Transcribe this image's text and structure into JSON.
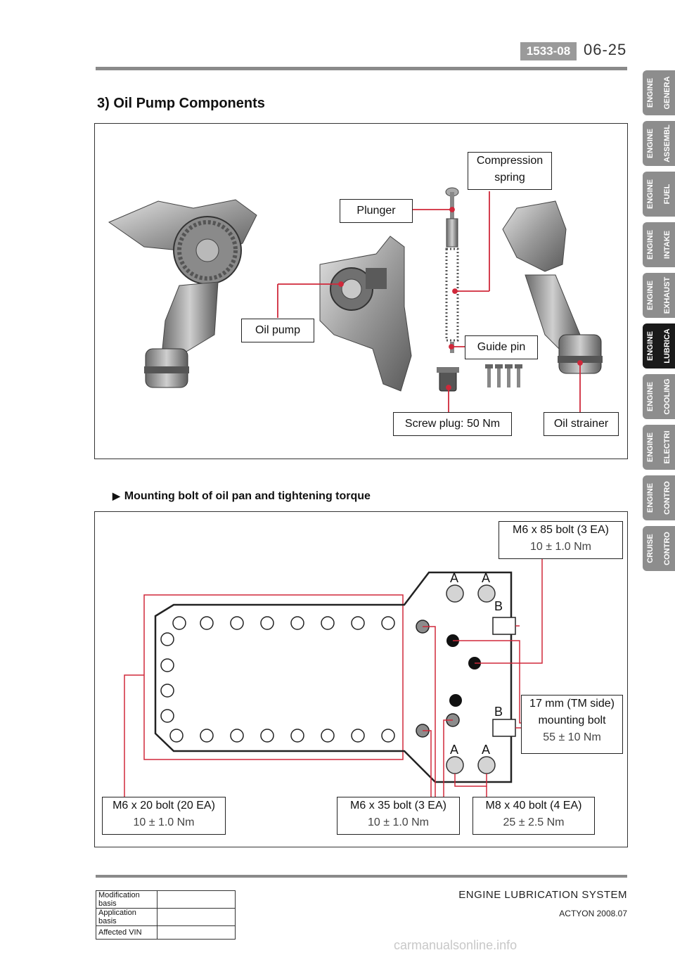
{
  "header": {
    "code": "1533-08",
    "page": "06-25"
  },
  "section_title": "3) Oil Pump Components",
  "side_tabs": [
    {
      "line1": "ENGINE",
      "line2": "GENERA",
      "active": false
    },
    {
      "line1": "ENGINE",
      "line2": "ASSEMBL",
      "active": false
    },
    {
      "line1": "ENGINE",
      "line2": "FUEL",
      "active": false
    },
    {
      "line1": "ENGINE",
      "line2": "INTAKE",
      "active": false
    },
    {
      "line1": "ENGINE",
      "line2": "EXHAUST",
      "active": false
    },
    {
      "line1": "ENGINE",
      "line2": "LUBRICA",
      "active": true
    },
    {
      "line1": "ENGINE",
      "line2": "COOLING",
      "active": false
    },
    {
      "line1": "ENGINE",
      "line2": "ELECTRI",
      "active": false
    },
    {
      "line1": "ENGINE",
      "line2": "CONTRO",
      "active": false
    },
    {
      "line1": "CRUISE",
      "line2": "CONTRO",
      "active": false
    }
  ],
  "components": {
    "compression_spring_l1": "Compression",
    "compression_spring_l2": "spring",
    "plunger": "Plunger",
    "oil_pump": "Oil pump",
    "guide_pin": "Guide pin",
    "screw_plug": "Screw plug: 50 Nm",
    "oil_strainer": "Oil strainer"
  },
  "mounting_title": "Mounting bolt of oil pan and tightening torque",
  "bolts": {
    "m6x85": {
      "name": "M6 x 85 bolt (3 EA)",
      "torque": "10 ± 1.0 Nm"
    },
    "tm17": {
      "l1": "17 mm (TM side)",
      "l2": "mounting bolt",
      "torque": "55 ± 10 Nm"
    },
    "m6x20": {
      "name": "M6 x 20 bolt (20 EA)",
      "torque": "10 ± 1.0 Nm"
    },
    "m6x35": {
      "name": "M6 x 35 bolt (3 EA)",
      "torque": "10 ± 1.0 Nm"
    },
    "m8x40": {
      "name": "M8 x 40 bolt (4 EA)",
      "torque": "25 ± 2.5 Nm"
    }
  },
  "diagram_letters": {
    "a": "A",
    "b": "B"
  },
  "footer": {
    "title": "ENGINE LUBRICATION SYSTEM",
    "model": "ACTYON 2008.07",
    "table": [
      {
        "label": "Modification basis",
        "value": ""
      },
      {
        "label": "Application basis",
        "value": ""
      },
      {
        "label": "Affected VIN",
        "value": ""
      }
    ]
  },
  "watermark": "carmanualsonline.info",
  "colors": {
    "leader": "#d0283a",
    "tab": "#8d8d8d",
    "tab_active": "#1a1a1a"
  }
}
